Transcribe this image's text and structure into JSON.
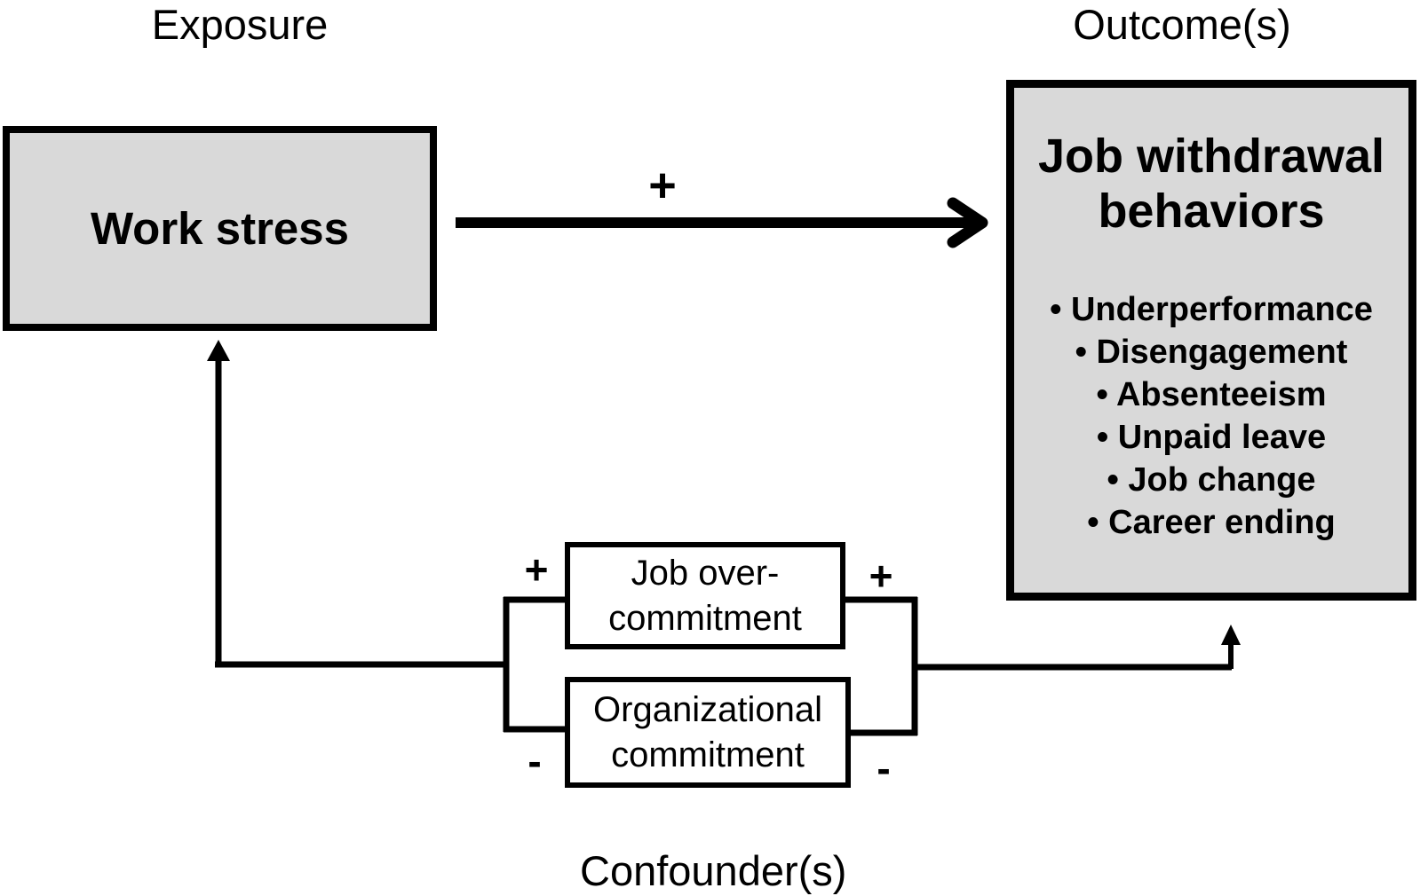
{
  "labels": {
    "exposure": "Exposure",
    "outcome": "Outcome(s)",
    "confounder": "Confounder(s)"
  },
  "exposure_box": {
    "title": "Work stress"
  },
  "outcome_box": {
    "title": "Job withdrawal behaviors",
    "bullets": [
      "Underperformance",
      "Disengagement",
      "Absenteeism",
      "Unpaid leave",
      "Job change",
      "Career ending"
    ]
  },
  "confounder_boxes": {
    "box1": "Job over-commitment",
    "box2": "Organizational commitment"
  },
  "edge_signs": {
    "main": "+",
    "overcommitment_left": "+",
    "overcommitment_right": "+",
    "organizational_left": "-",
    "organizational_right": "-"
  },
  "colors": {
    "node_fill": "#d9d9d9",
    "confounder_fill": "#ffffff",
    "line": "#000000"
  }
}
